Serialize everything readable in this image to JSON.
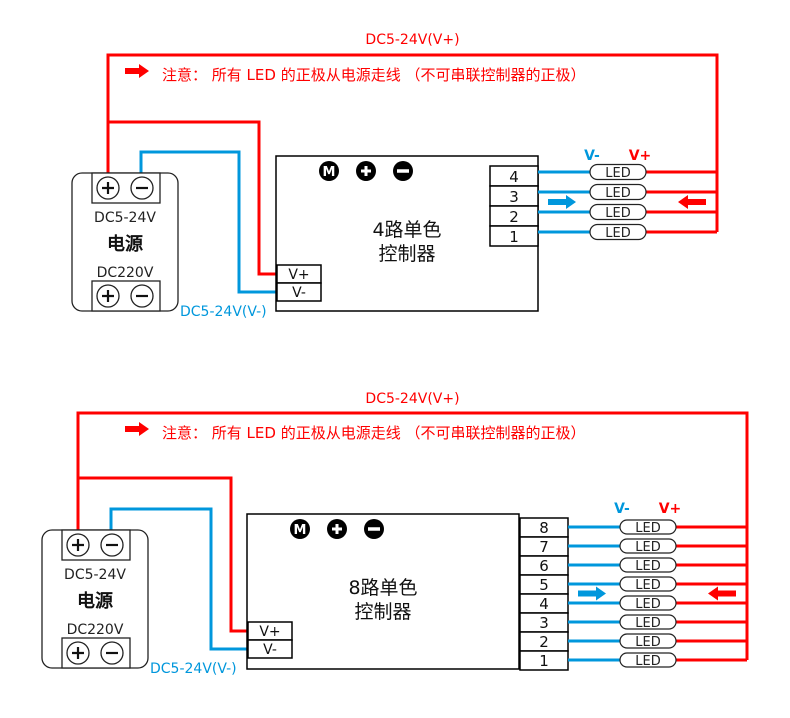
{
  "colors": {
    "positive": "#ff0000",
    "negative": "#0097dc",
    "outline": "#000000"
  },
  "diagrams": [
    {
      "id": "4ch",
      "vplus_label": "DC5-24V(V+)",
      "vminus_label": "DC5-24V(V-)",
      "note": "注意： 所有 LED 的正极从电源走线 （不可串联控制器的正极）",
      "note_icon": "right-arrow-icon",
      "power_supply": {
        "output_label": "DC5-24V",
        "title": "电源",
        "input_label": "DC220V",
        "plus": "+",
        "minus": "−"
      },
      "controller": {
        "title_line1": "4路单色",
        "title_line2": "控制器",
        "buttons": [
          "M",
          "+",
          "−"
        ],
        "input_terminals": [
          "V+",
          "V-"
        ],
        "output_channels": [
          "4",
          "3",
          "2",
          "1"
        ]
      },
      "led_label": "LED",
      "led_count": 4,
      "led_vminus": "V-",
      "led_vplus": "V+"
    },
    {
      "id": "8ch",
      "vplus_label": "DC5-24V(V+)",
      "vminus_label": "DC5-24V(V-)",
      "note": "注意： 所有 LED 的正极从电源走线 （不可串联控制器的正极）",
      "note_icon": "right-arrow-icon",
      "power_supply": {
        "output_label": "DC5-24V",
        "title": "电源",
        "input_label": "DC220V",
        "plus": "+",
        "minus": "−"
      },
      "controller": {
        "title_line1": "8路单色",
        "title_line2": "控制器",
        "buttons": [
          "M",
          "+",
          "−"
        ],
        "input_terminals": [
          "V+",
          "V-"
        ],
        "output_channels": [
          "8",
          "7",
          "6",
          "5",
          "4",
          "3",
          "2",
          "1"
        ]
      },
      "led_label": "LED",
      "led_count": 8,
      "led_vminus": "V-",
      "led_vplus": "V+"
    }
  ]
}
